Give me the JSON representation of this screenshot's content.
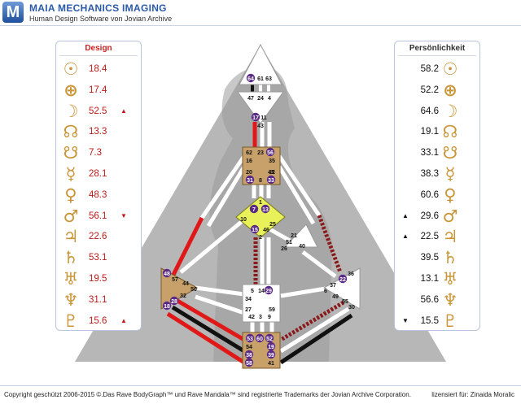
{
  "header": {
    "logo_letter": "M",
    "title": "MAIA MECHANICS IMAGING",
    "subtitle": "Human Design Software von Jovian Archive"
  },
  "design_panel": {
    "title": "Design",
    "rows": [
      {
        "icon": "sun-icon",
        "glyph": "☉",
        "value": "18.4",
        "arrow": ""
      },
      {
        "icon": "earth-icon",
        "glyph": "⊕",
        "value": "17.4",
        "arrow": ""
      },
      {
        "icon": "moon-icon",
        "glyph": "☽",
        "value": "52.5",
        "arrow": "▲"
      },
      {
        "icon": "north-node-icon",
        "glyph": "☊",
        "value": "13.3",
        "arrow": ""
      },
      {
        "icon": "south-node-icon",
        "glyph": "☋",
        "value": "7.3",
        "arrow": ""
      },
      {
        "icon": "mercury-icon",
        "glyph": "☿",
        "value": "28.1",
        "arrow": ""
      },
      {
        "icon": "venus-icon",
        "glyph": "♀",
        "value": "48.3",
        "arrow": ""
      },
      {
        "icon": "mars-icon",
        "glyph": "♂",
        "value": "56.1",
        "arrow": "▼"
      },
      {
        "icon": "jupiter-icon",
        "glyph": "♃",
        "value": "22.6",
        "arrow": ""
      },
      {
        "icon": "saturn-icon",
        "glyph": "♄",
        "value": "53.1",
        "arrow": ""
      },
      {
        "icon": "uranus-icon",
        "glyph": "♅",
        "value": "19.5",
        "arrow": ""
      },
      {
        "icon": "neptune-icon",
        "glyph": "♆",
        "value": "31.1",
        "arrow": ""
      },
      {
        "icon": "pluto-icon",
        "glyph": "♇",
        "value": "15.6",
        "arrow": "▲"
      }
    ]
  },
  "personality_panel": {
    "title": "Persönlichkeit",
    "rows": [
      {
        "icon": "sun-icon",
        "glyph": "☉",
        "value": "58.2",
        "arrow": ""
      },
      {
        "icon": "earth-icon",
        "glyph": "⊕",
        "value": "52.2",
        "arrow": ""
      },
      {
        "icon": "moon-icon",
        "glyph": "☽",
        "value": "64.6",
        "arrow": ""
      },
      {
        "icon": "north-node-icon",
        "glyph": "☊",
        "value": "19.1",
        "arrow": ""
      },
      {
        "icon": "south-node-icon",
        "glyph": "☋",
        "value": "33.1",
        "arrow": ""
      },
      {
        "icon": "mercury-icon",
        "glyph": "☿",
        "value": "38.3",
        "arrow": ""
      },
      {
        "icon": "venus-icon",
        "glyph": "♀",
        "value": "60.6",
        "arrow": ""
      },
      {
        "icon": "mars-icon",
        "glyph": "♂",
        "value": "29.6",
        "arrow": "▲"
      },
      {
        "icon": "jupiter-icon",
        "glyph": "♃",
        "value": "22.5",
        "arrow": "▲"
      },
      {
        "icon": "saturn-icon",
        "glyph": "♄",
        "value": "39.5",
        "arrow": ""
      },
      {
        "icon": "uranus-icon",
        "glyph": "♅",
        "value": "13.1",
        "arrow": ""
      },
      {
        "icon": "neptune-icon",
        "glyph": "♆",
        "value": "56.6",
        "arrow": ""
      },
      {
        "icon": "pluto-icon",
        "glyph": "♇",
        "value": "15.5",
        "arrow": "▼"
      }
    ]
  },
  "bodygraph": {
    "gates": [
      {
        "n": "64",
        "style": "purple"
      },
      {
        "n": "61",
        "style": "plain"
      },
      {
        "n": "63",
        "style": "plain"
      },
      {
        "n": "47",
        "style": "plain"
      },
      {
        "n": "24",
        "style": "plain"
      },
      {
        "n": "4",
        "style": "plain"
      },
      {
        "n": "17",
        "style": "purple"
      },
      {
        "n": "11",
        "style": "plain"
      },
      {
        "n": "43",
        "style": "plain"
      },
      {
        "n": "62",
        "style": "plain"
      },
      {
        "n": "23",
        "style": "plain"
      },
      {
        "n": "56",
        "style": "purple"
      },
      {
        "n": "16",
        "style": "plain"
      },
      {
        "n": "35",
        "style": "plain"
      },
      {
        "n": "20",
        "style": "plain"
      },
      {
        "n": "12",
        "style": "plain"
      },
      {
        "n": "31",
        "style": "purple"
      },
      {
        "n": "8",
        "style": "plain"
      },
      {
        "n": "33",
        "style": "purple"
      },
      {
        "n": "45",
        "style": "plain"
      },
      {
        "n": "1",
        "style": "plain"
      },
      {
        "n": "7",
        "style": "purple"
      },
      {
        "n": "13",
        "style": "purple"
      },
      {
        "n": "10",
        "style": "plain"
      },
      {
        "n": "25",
        "style": "plain"
      },
      {
        "n": "15",
        "style": "purple"
      },
      {
        "n": "46",
        "style": "plain"
      },
      {
        "n": "2",
        "style": "plain"
      },
      {
        "n": "21",
        "style": "plain"
      },
      {
        "n": "51",
        "style": "plain"
      },
      {
        "n": "26",
        "style": "plain"
      },
      {
        "n": "40",
        "style": "plain"
      },
      {
        "n": "48",
        "style": "purple"
      },
      {
        "n": "57",
        "style": "plain"
      },
      {
        "n": "44",
        "style": "plain"
      },
      {
        "n": "50",
        "style": "plain"
      },
      {
        "n": "32",
        "style": "plain"
      },
      {
        "n": "28",
        "style": "purple"
      },
      {
        "n": "18",
        "style": "purple"
      },
      {
        "n": "5",
        "style": "plain"
      },
      {
        "n": "14",
        "style": "plain"
      },
      {
        "n": "29",
        "style": "purple"
      },
      {
        "n": "34",
        "style": "plain"
      },
      {
        "n": "27",
        "style": "plain"
      },
      {
        "n": "59",
        "style": "plain"
      },
      {
        "n": "42",
        "style": "plain"
      },
      {
        "n": "3",
        "style": "plain"
      },
      {
        "n": "9",
        "style": "plain"
      },
      {
        "n": "36",
        "style": "plain"
      },
      {
        "n": "22",
        "style": "purple"
      },
      {
        "n": "37",
        "style": "plain"
      },
      {
        "n": "6",
        "style": "plain"
      },
      {
        "n": "49",
        "style": "plain"
      },
      {
        "n": "55",
        "style": "plain"
      },
      {
        "n": "30",
        "style": "plain"
      },
      {
        "n": "53",
        "style": "purple"
      },
      {
        "n": "60",
        "style": "purple"
      },
      {
        "n": "52",
        "style": "purple"
      },
      {
        "n": "54",
        "style": "plain"
      },
      {
        "n": "19",
        "style": "purple"
      },
      {
        "n": "38",
        "style": "purple"
      },
      {
        "n": "39",
        "style": "purple"
      },
      {
        "n": "58",
        "style": "purple"
      },
      {
        "n": "41",
        "style": "plain"
      }
    ]
  },
  "footer": {
    "copyright": "Copyright geschützt 2006-2015 ©.Das Rave BodyGraph™ und Rave Mandala™ sind registrierte Trademarks der Jovian Archive Corporation.",
    "license": "lizensiert für: Zinaida Moralic"
  },
  "colors": {
    "brand": "#2a5aa8",
    "design_red": "#c01818",
    "glyph_gold": "#c9963a",
    "center_tan": "#c7a06a",
    "center_yellow": "#e8f05a",
    "gate_purple": "#5b2a86"
  }
}
